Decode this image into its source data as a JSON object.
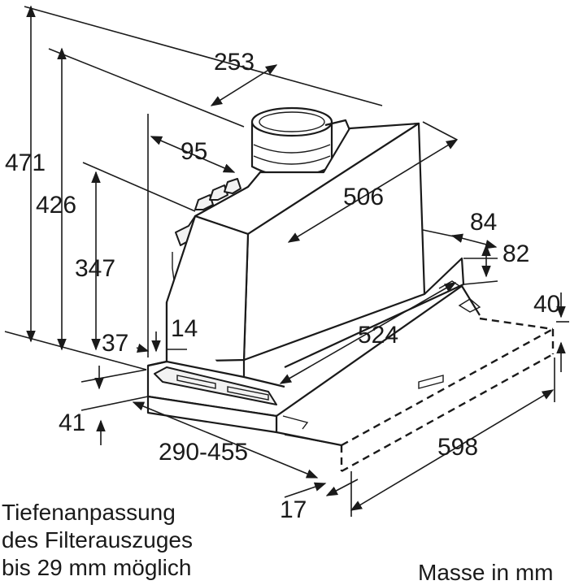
{
  "drawing": {
    "dimensions": {
      "d471": "471",
      "d426": "426",
      "d347": "347",
      "d253": "253",
      "d95": "95",
      "d506": "506",
      "d84": "84",
      "d82": "82",
      "d40": "40",
      "d524": "524",
      "d598": "598",
      "d37": "37",
      "d14": "14",
      "d41": "41",
      "d290_455": "290-455",
      "d17": "17"
    },
    "notes": {
      "line1": "Tiefenanpassung",
      "line2": "des Filterauszuges",
      "line3": "bis 29 mm möglich",
      "units": "Masse in mm"
    }
  }
}
